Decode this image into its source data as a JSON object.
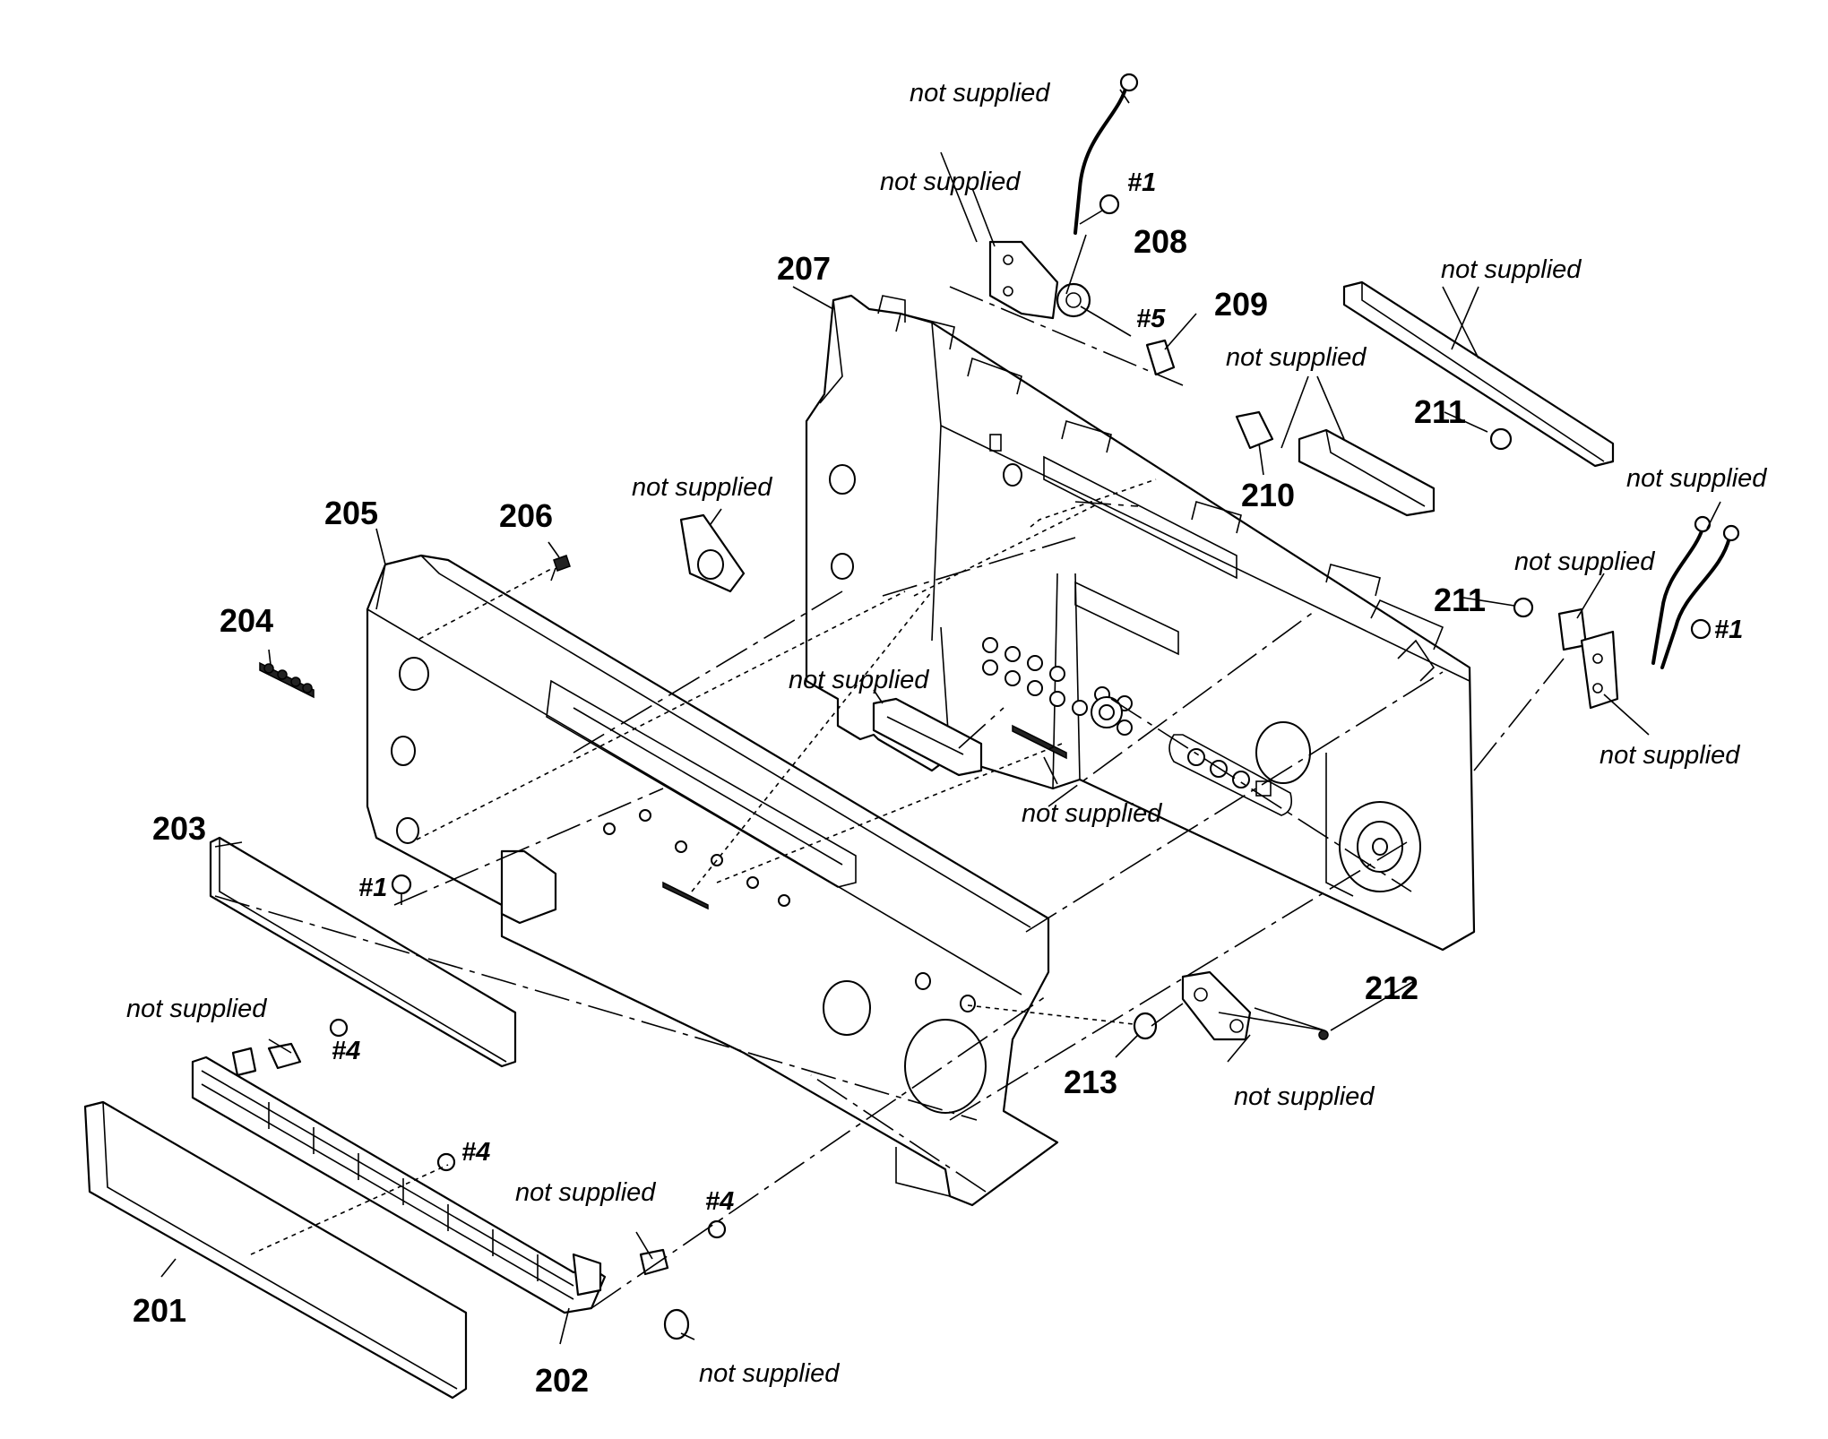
{
  "diagram": {
    "part_numbers": {
      "p201": "201",
      "p202": "202",
      "p203": "203",
      "p204": "204",
      "p205": "205",
      "p206": "206",
      "p207": "207",
      "p208": "208",
      "p209": "209",
      "p210": "210",
      "p211a": "211",
      "p211b": "211",
      "p212": "212",
      "p213": "213"
    },
    "screw_labels": {
      "s1_top": "#1",
      "s5": "#5",
      "s1_right": "#1",
      "s1_left": "#1",
      "s4_a": "#4",
      "s4_b": "#4",
      "s4_c": "#4"
    },
    "not_supplied_labels": [
      "not supplied",
      "not supplied",
      "not supplied",
      "not supplied",
      "not supplied",
      "not supplied",
      "not supplied",
      "not supplied",
      "not supplied",
      "not supplied",
      "not supplied",
      "not supplied",
      "not supplied",
      "not supplied"
    ]
  }
}
